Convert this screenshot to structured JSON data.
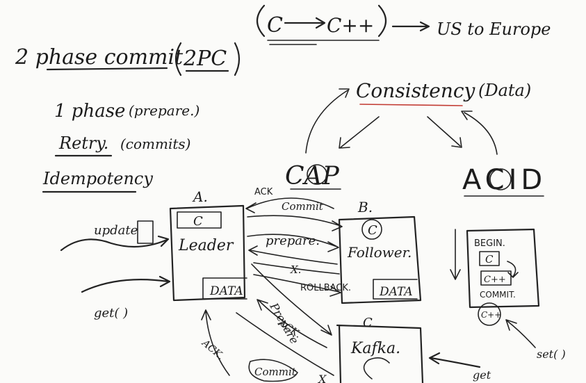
{
  "top": {
    "c": "C",
    "cpp": "C++",
    "dest": "US to Europe"
  },
  "title": {
    "main": "2 phase commit",
    "abbr": "2PC"
  },
  "notes": {
    "phase1": "1 phase",
    "phase1_detail": "(prepare.)",
    "retry": "Retry.",
    "retry_detail": "(commits)",
    "idempotency": "Idempotency"
  },
  "cap_acid": {
    "consistency": "Consistency",
    "data": "(Data)",
    "cap": "CAP",
    "acid": "ACID"
  },
  "nodes": {
    "a_label": "A.",
    "a_c": "C",
    "leader": "Leader",
    "a_data": "DATA",
    "b_label": "B.",
    "b_c": "C",
    "follower": "Follower.",
    "b_data": "DATA",
    "c_label": "C",
    "kafka": "Kafka."
  },
  "messages": {
    "ack_top": "ACK",
    "commit_top": "Commit",
    "prepare_ab": "prepare.",
    "x_mid": "X.",
    "rollback": "ROLLBACK.",
    "prepare_ac": "Prepare",
    "ack_ac": "ACK.",
    "ack_bottom": "ACK.",
    "commit_bottom": "Commit",
    "x_bottom": "X"
  },
  "client": {
    "update": "update",
    "get": "get( )",
    "get_right": "get",
    "set": "set( )"
  },
  "transaction": {
    "begin": "BEGIN.",
    "c": "C",
    "cpp": "C++",
    "commit": "COMMIT.",
    "cpp_circle": "C++"
  }
}
